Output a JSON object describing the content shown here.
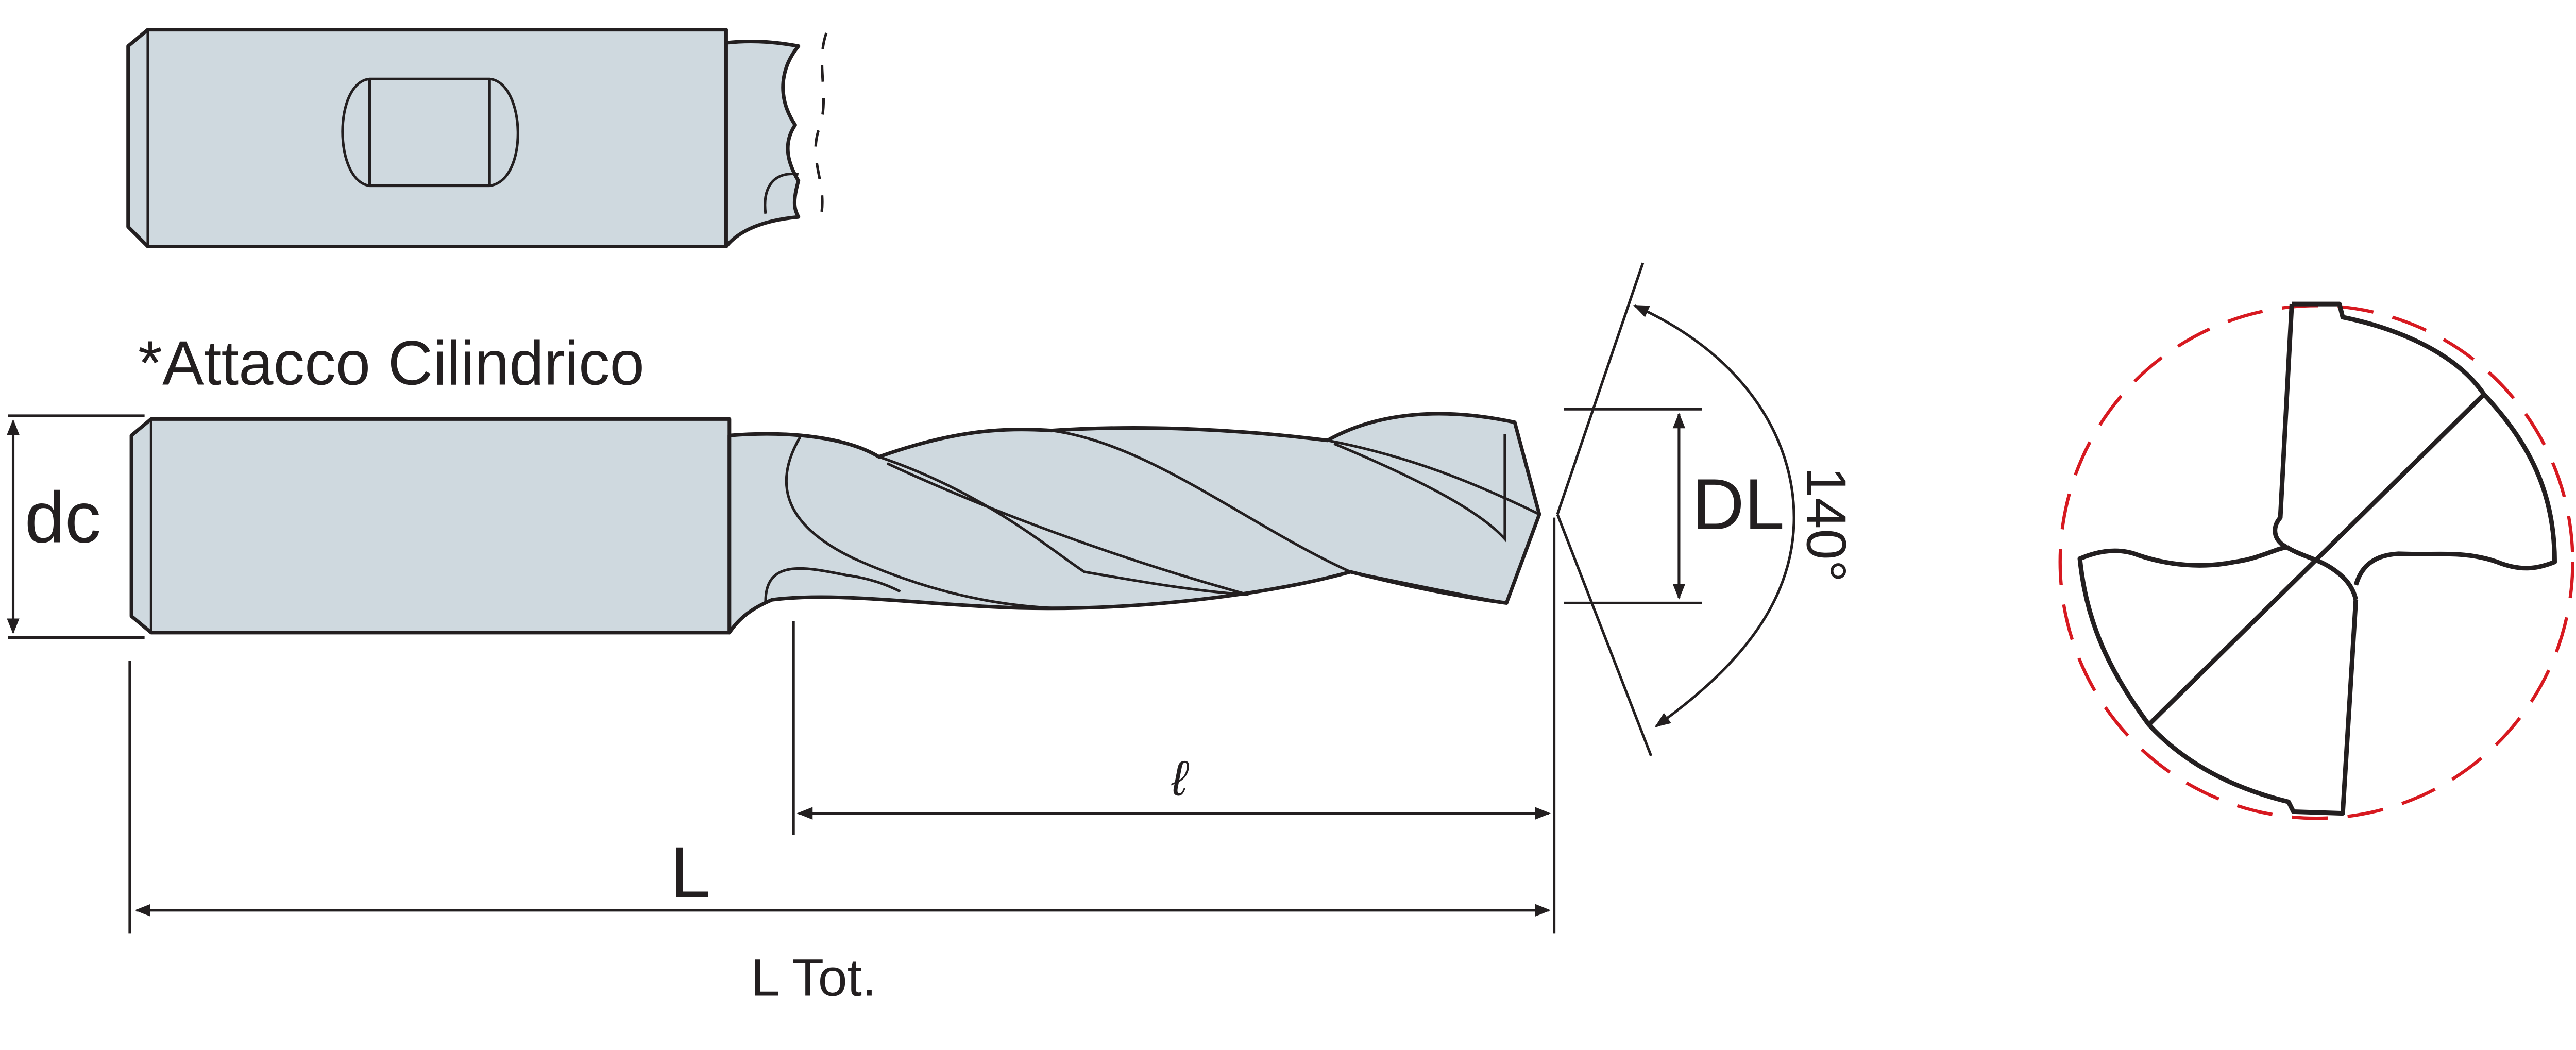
{
  "labels": {
    "shank_type": "*Attacco Cilindrico",
    "shank_diameter": "dc",
    "cutting_diameter": "DL",
    "point_angle": "140°",
    "cutting_length": "ℓ",
    "length": "L",
    "total_length": "L Tot."
  },
  "colors": {
    "body_fill": "#cfd9df",
    "outline": "#231f20",
    "circle_dashed": "#d71920"
  }
}
